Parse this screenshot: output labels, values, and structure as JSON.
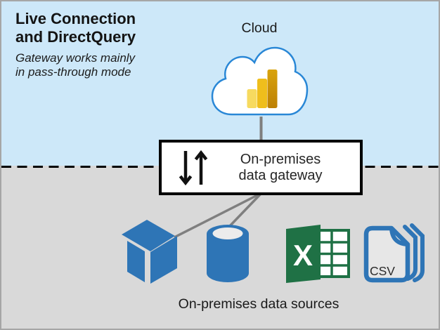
{
  "header": {
    "title_line1": "Live Connection",
    "title_line2": "and DirectQuery",
    "subtitle_line1": "Gateway works mainly",
    "subtitle_line2": "in pass-through mode"
  },
  "cloud": {
    "label": "Cloud"
  },
  "gateway": {
    "label_line1": "On-premises",
    "label_line2": "data gateway"
  },
  "sources": {
    "label": "On-premises data sources",
    "items": [
      "analysis-services-cube",
      "database-cylinder",
      "excel-workbook",
      "csv-files"
    ]
  },
  "icons": {
    "csv_label": "CSV",
    "excel_letter": "X"
  },
  "colors": {
    "cloud_zone_bg": "#CDE8F9",
    "onprem_zone_bg": "#D9D9D9",
    "cloud_outline": "#2987D6",
    "icon_blue": "#2E75B6",
    "excel_green": "#1F7145",
    "powerbi_yellow_light": "#F7DA5F",
    "powerbi_yellow": "#EFBE1C",
    "powerbi_amber": "#C9910A",
    "connector_gray": "#7F7F7F",
    "divider_black": "#000000"
  }
}
